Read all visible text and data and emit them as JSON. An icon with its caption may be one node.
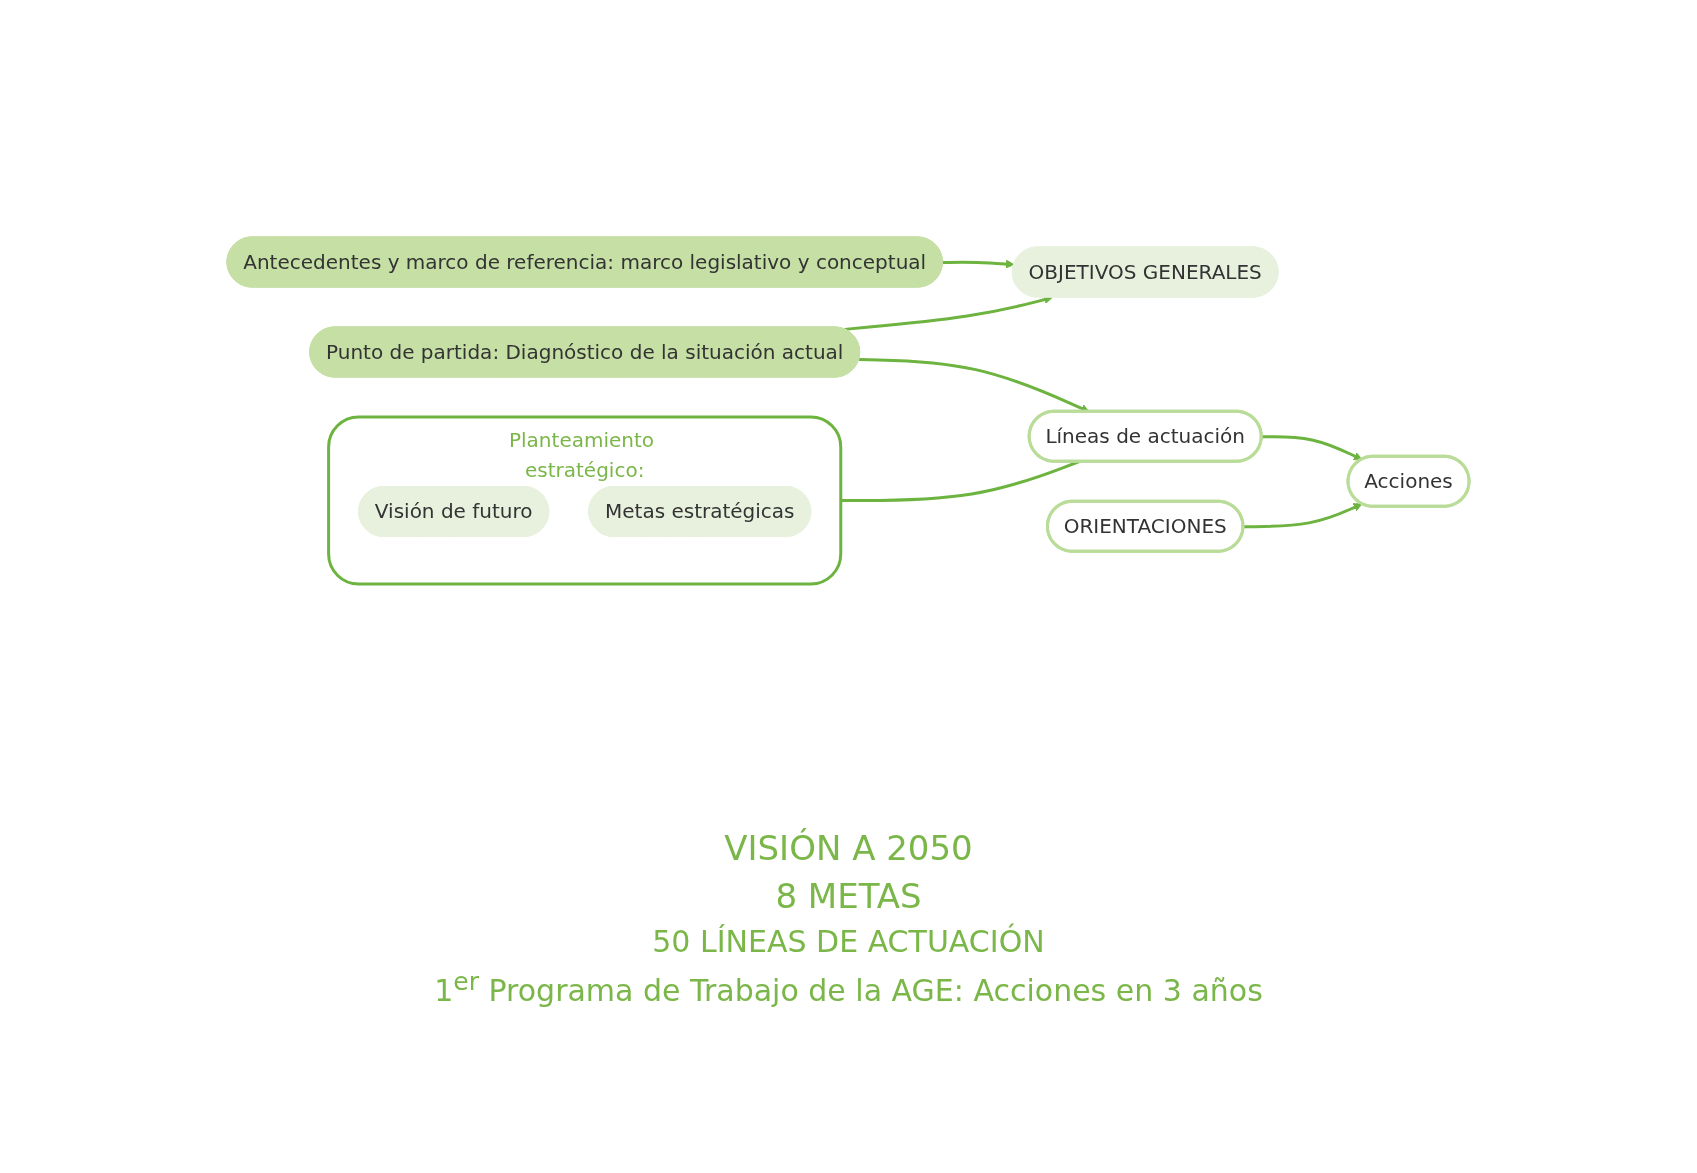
{
  "diagram": {
    "nodes": [
      {
        "text": [
          "Antecedentes y marco de referencia: marco legislativo y conceptual"
        ]
      },
      {
        "text": [
          "Punto de partida: Diagnóstico de la situación actual"
        ]
      },
      {
        "text": [
          "OBJETIVOS GENERALES"
        ]
      },
      {
        "text": [
          "Planteamiento estratégico:"
        ]
      },
      {
        "text": [
          "Visión de futuro"
        ],
        "in": 3
      },
      {
        "text": [
          "Metas estratégicas"
        ],
        "in": 3
      },
      {
        "text": [
          "ORIENTACIONES"
        ]
      },
      {
        "text": [
          "Líneas de actuación"
        ]
      },
      {
        "text": [
          "Acciones"
        ]
      }
    ],
    "edges": [
      {
        "from": 0,
        "to": 2,
        "arrow": "to"
      },
      {
        "from": 1,
        "to": 2,
        "arrow": "to"
      },
      {
        "from": 1,
        "to": 7,
        "arrow": "to"
      },
      {
        "from": 3,
        "to": 7,
        "arrow": "none"
      },
      {
        "from": 7,
        "to": 8,
        "arrow": "to"
      },
      {
        "from": 6,
        "to": 8,
        "arrow": "to"
      }
    ],
    "labels": [
      "VISIÓN A 2050",
      "8 METAS",
      "50 LÍNEAS DE ACTUACIÓN",
      "1$^{er}$ Programa de Trabajo de la AGE: Acciones en 3 años"
    ]
  }
}
